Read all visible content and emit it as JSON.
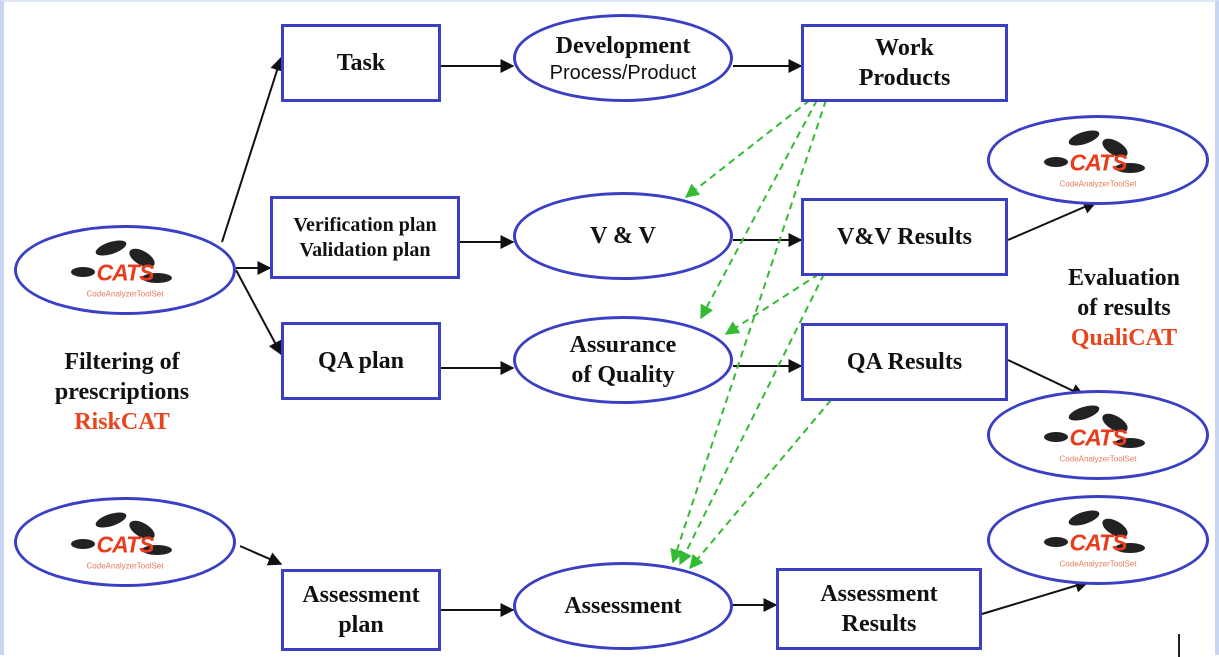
{
  "boxes": {
    "task": "Task",
    "work_products_1": "Work",
    "work_products_2": "Products",
    "vv_plan_1": "Verification plan",
    "vv_plan_2": "Validation plan",
    "vv_results": "V&V Results",
    "qa_plan": "QA plan",
    "qa_results": "QA Results",
    "assessment_plan_1": "Assessment",
    "assessment_plan_2": "plan",
    "assessment_results_1": "Assessment",
    "assessment_results_2": "Results"
  },
  "ellipses": {
    "development_1": "Development",
    "development_2": "Process/Product",
    "vv": "V & V",
    "assurance_1": "Assurance",
    "assurance_2": "of Quality",
    "assessment": "Assessment"
  },
  "logo": {
    "word": "CATS",
    "subtitle": "CodeAnalyzerToolSet",
    "icon": "cats-silhouettes-icon"
  },
  "captions": {
    "filtering_1": "Filtering of",
    "filtering_2": "prescriptions",
    "filtering_tool": "RiskCAT",
    "evaluation_1": "Evaluation",
    "evaluation_2": "of results",
    "evaluation_tool": "QualiCAT"
  },
  "colors": {
    "border": "#3a3fc4",
    "tool_text": "#e8441e",
    "dashed_arrow": "#33bb33",
    "solid_arrow": "#111111"
  }
}
